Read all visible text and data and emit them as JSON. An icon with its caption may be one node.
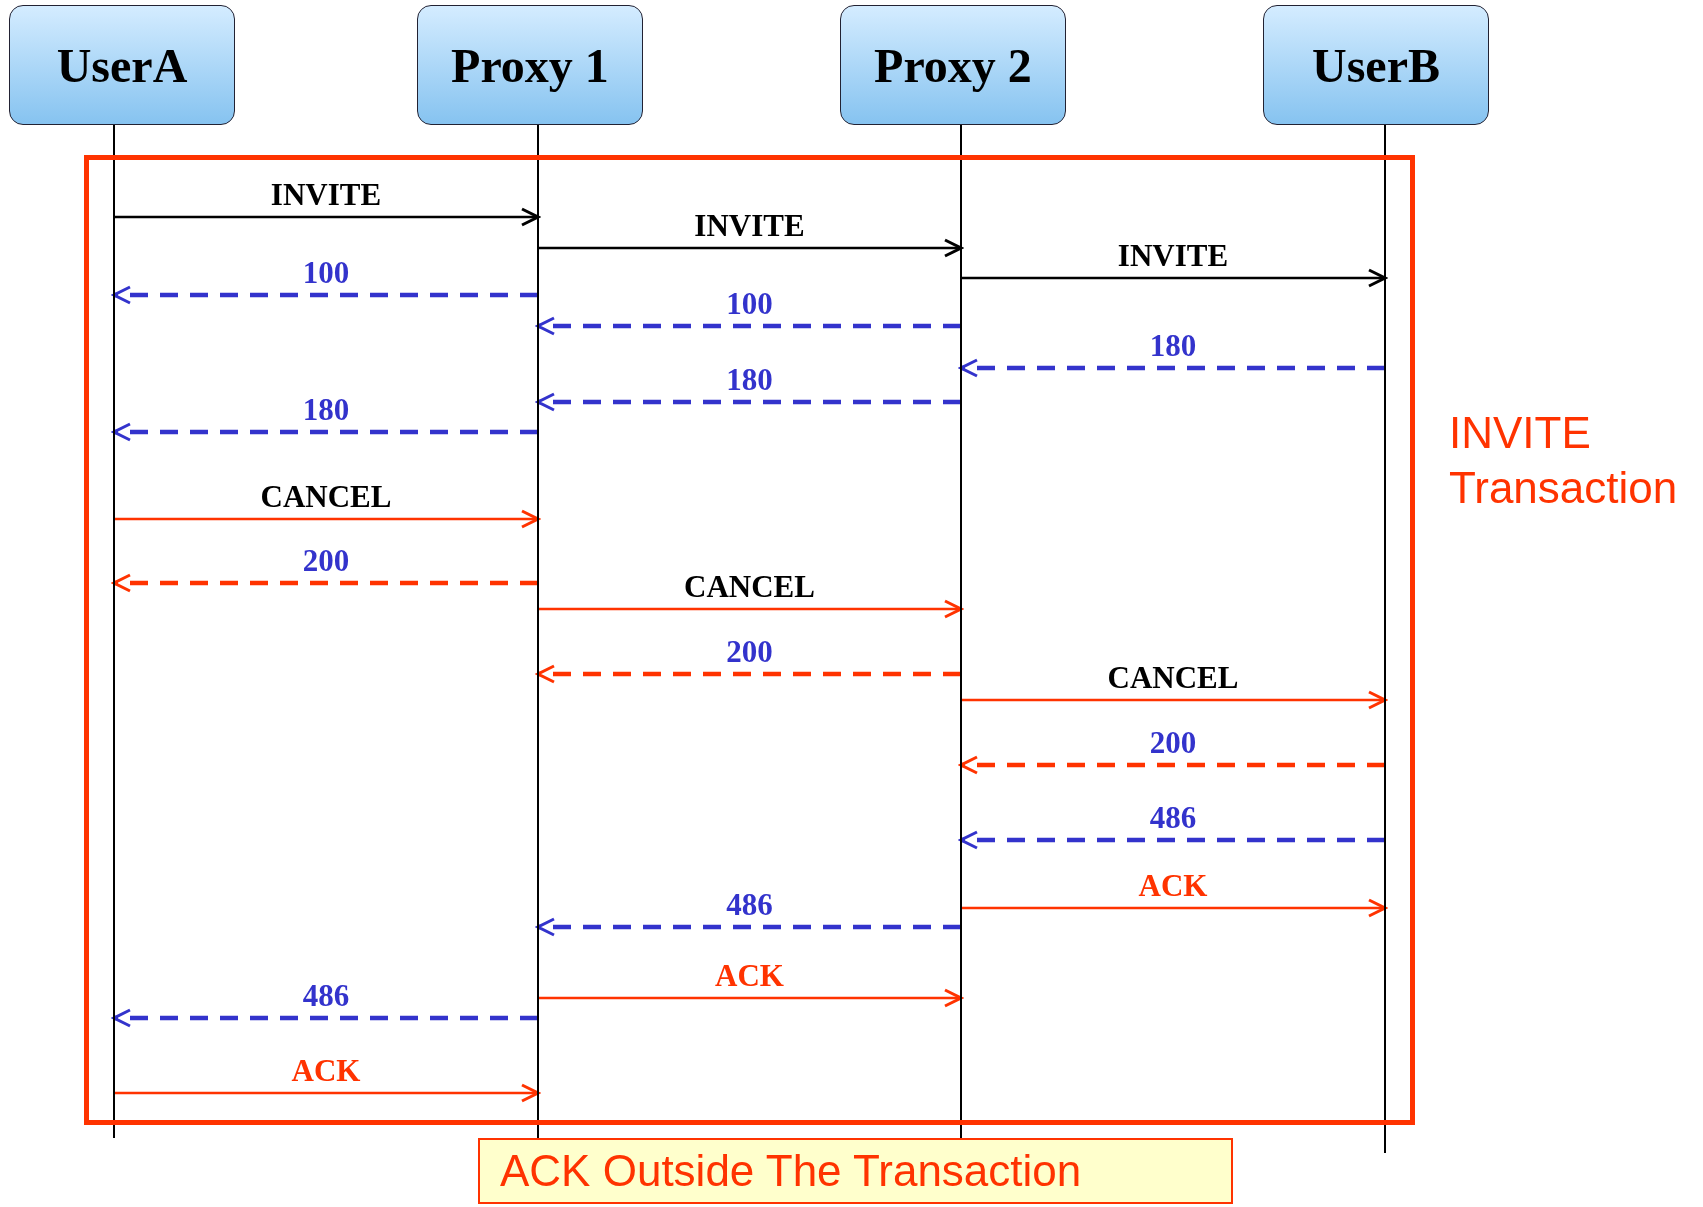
{
  "diagram": {
    "nodes": [
      {
        "text": [
          "UserA"
        ]
      },
      {
        "text": [
          "Proxy 1"
        ]
      },
      {
        "text": [
          "Proxy 2"
        ]
      },
      {
        "text": [
          "UserB"
        ]
      },
      {
        "text": [
          "ACK Outside The Transaction"
        ]
      }
    ],
    "labels": [
      "INVITE Transaction"
    ],
    "edges": [
      {
        "from": 0,
        "to": 1,
        "arrow": "to",
        "label": "INVITE",
        "color": "#000000"
      },
      {
        "from": 1,
        "to": 2,
        "arrow": "to",
        "label": "INVITE",
        "color": "#000000"
      },
      {
        "from": 2,
        "to": 3,
        "arrow": "to",
        "label": "INVITE",
        "color": "#000000"
      },
      {
        "from": 1,
        "to": 0,
        "arrow": "to",
        "label": "100",
        "style": "dashed",
        "color": "#3333cc"
      },
      {
        "from": 2,
        "to": 1,
        "arrow": "to",
        "label": "100",
        "style": "dashed",
        "color": "#3333cc"
      },
      {
        "from": 3,
        "to": 2,
        "arrow": "to",
        "label": "180",
        "style": "dashed",
        "color": "#3333cc"
      },
      {
        "from": 2,
        "to": 1,
        "arrow": "to",
        "label": "180",
        "style": "dashed",
        "color": "#3333cc"
      },
      {
        "from": 1,
        "to": 0,
        "arrow": "to",
        "label": "180",
        "style": "dashed",
        "color": "#3333cc"
      },
      {
        "from": 0,
        "to": 1,
        "arrow": "to",
        "label": "CANCEL",
        "color": "#ff3300"
      },
      {
        "from": 1,
        "to": 0,
        "arrow": "to",
        "label": "200",
        "style": "dashed",
        "color": "#ff3300"
      },
      {
        "from": 1,
        "to": 2,
        "arrow": "to",
        "label": "CANCEL",
        "color": "#ff3300"
      },
      {
        "from": 2,
        "to": 1,
        "arrow": "to",
        "label": "200",
        "style": "dashed",
        "color": "#ff3300"
      },
      {
        "from": 2,
        "to": 3,
        "arrow": "to",
        "label": "CANCEL",
        "color": "#ff3300"
      },
      {
        "from": 3,
        "to": 2,
        "arrow": "to",
        "label": "200",
        "style": "dashed",
        "color": "#ff3300"
      },
      {
        "from": 3,
        "to": 2,
        "arrow": "to",
        "label": "486",
        "style": "dashed",
        "color": "#3333cc"
      },
      {
        "from": 2,
        "to": 3,
        "arrow": "to",
        "label": "ACK",
        "color": "#ff3300"
      },
      {
        "from": 2,
        "to": 1,
        "arrow": "to",
        "label": "486",
        "style": "dashed",
        "color": "#3333cc"
      },
      {
        "from": 1,
        "to": 2,
        "arrow": "to",
        "label": "ACK",
        "color": "#ff3300"
      },
      {
        "from": 1,
        "to": 0,
        "arrow": "to",
        "label": "486",
        "style": "dashed",
        "color": "#3333cc"
      },
      {
        "from": 0,
        "to": 1,
        "arrow": "to",
        "label": "ACK",
        "color": "#ff3300"
      }
    ]
  }
}
